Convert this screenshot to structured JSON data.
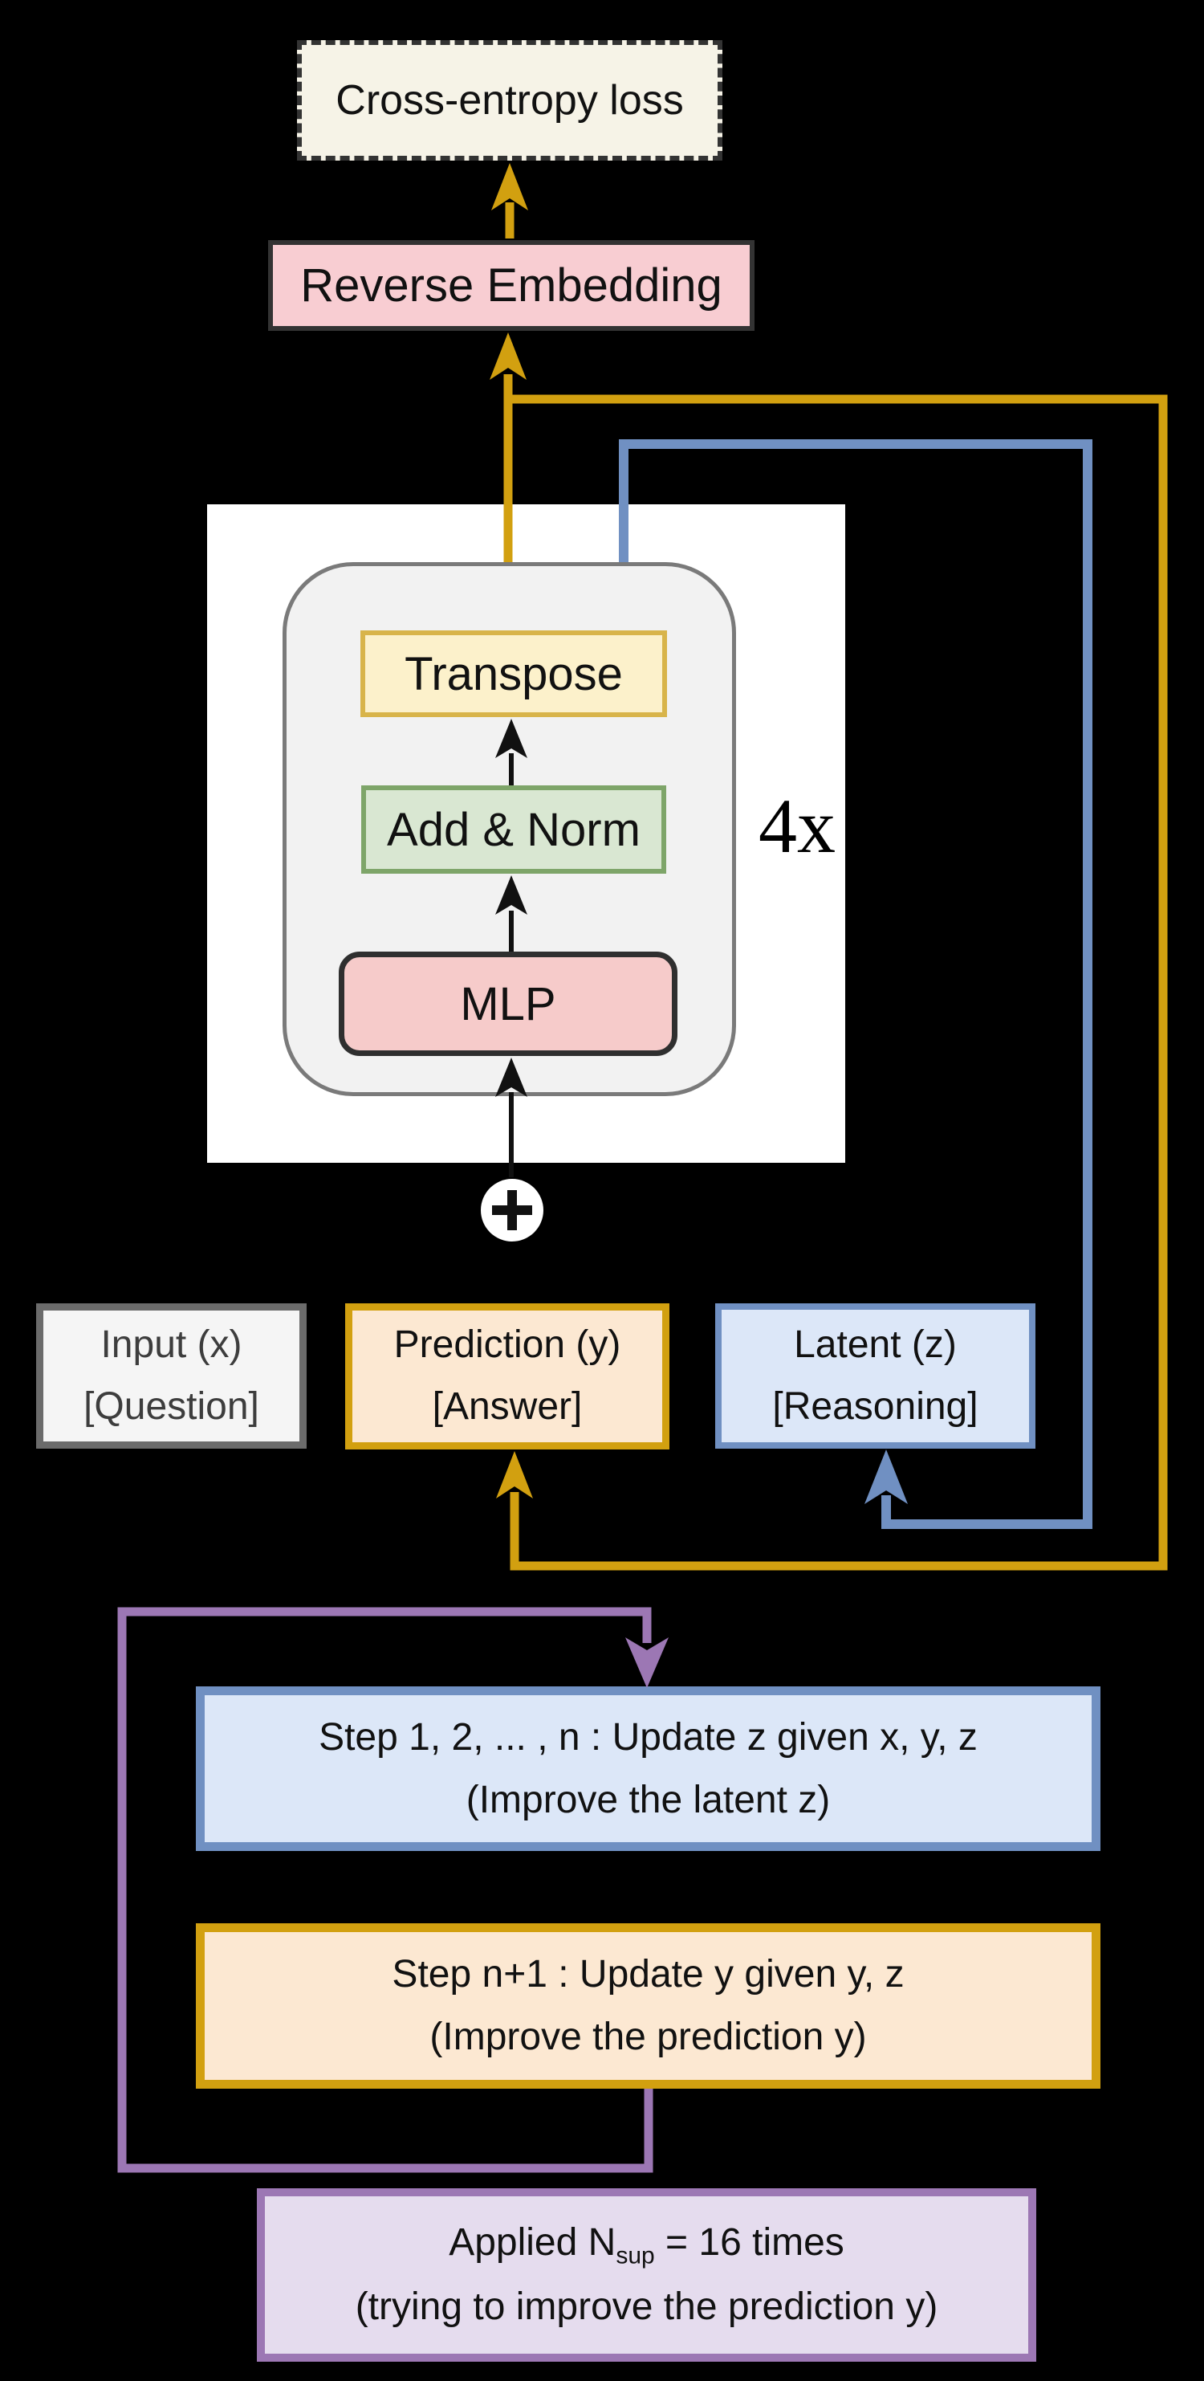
{
  "colors": {
    "gold": "#D2A010",
    "blue": "#7090C2",
    "purple": "#9C77B4",
    "ivory": "#F6F3E7",
    "pink": "#F8CDD2",
    "dark-border": "#333333",
    "core-fill": "#F2F2F2",
    "core-border": "#7A7A7A",
    "yellow-fill": "#FCF1CB",
    "yellow-border": "#D8B44A",
    "green-fill": "#D9E7D2",
    "green-border": "#7EA569",
    "mlp-fill": "#F6CBCA",
    "gray-fill": "#F5F5F5",
    "gray-border": "#6B6B6B",
    "peach-fill": "#FCE8D2",
    "ltblue-fill": "#DCE7F8",
    "lav-fill": "#E5DCEE"
  },
  "loss": {
    "label": "Cross-entropy loss"
  },
  "reverse_embedding": {
    "label": "Reverse Embedding"
  },
  "core": {
    "transpose": "Transpose",
    "add_norm": "Add & Norm",
    "mlp": "MLP",
    "repeat": "4x"
  },
  "icons": {
    "add": "circle-plus"
  },
  "states": {
    "input": {
      "line1": "Input (x)",
      "line2": "[Question]"
    },
    "prediction": {
      "line1": "Prediction (y)",
      "line2": "[Answer]"
    },
    "latent": {
      "line1": "Latent (z)",
      "line2": "[Reasoning]"
    }
  },
  "steps": {
    "update_z": {
      "line1": "Step 1, 2, ... , n : Update z given x, y, z",
      "line2": "(Improve the latent z)"
    },
    "update_y": {
      "line1": "Step n+1 : Update y given y, z",
      "line2": "(Improve the prediction y)"
    }
  },
  "applied": {
    "prefix": "Applied N",
    "subscript": "sup",
    "suffix": " = 16 times",
    "line2": "(trying to improve the prediction y)"
  }
}
